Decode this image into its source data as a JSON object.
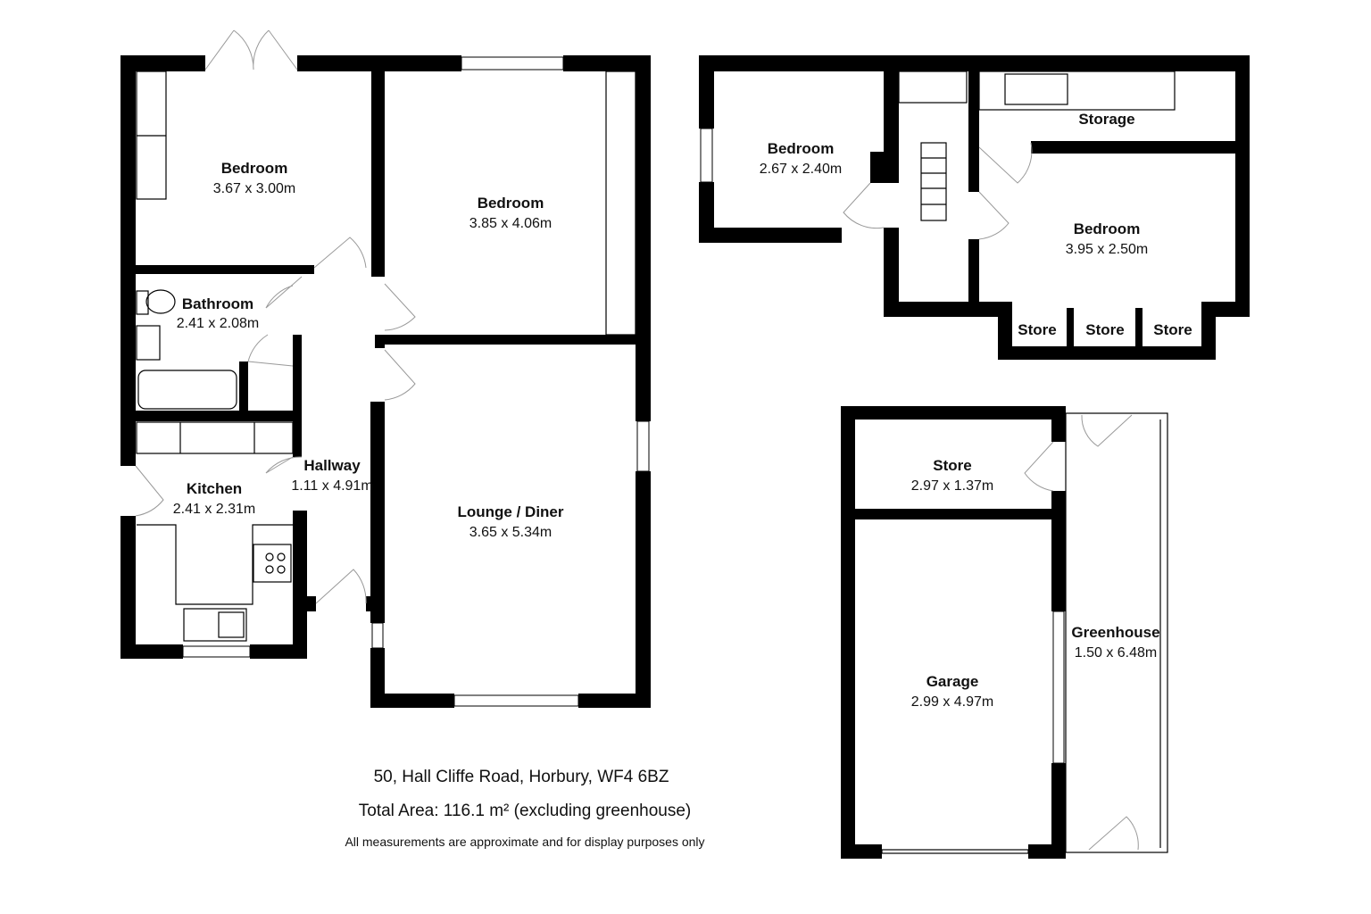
{
  "rooms": [
    {
      "name": "Bedroom",
      "dims": "3.67 x 3.00m"
    },
    {
      "name": "Bedroom",
      "dims": "3.85 x 4.06m"
    },
    {
      "name": "Bathroom",
      "dims": "2.41 x 2.08m"
    },
    {
      "name": "Hallway",
      "dims": "1.11 x 4.91m"
    },
    {
      "name": "Kitchen",
      "dims": "2.41 x 2.31m"
    },
    {
      "name": "Lounge / Diner",
      "dims": "3.65 x 5.34m"
    },
    {
      "name": "Bedroom",
      "dims": "2.67 x 2.40m"
    },
    {
      "name": "Storage"
    },
    {
      "name": "Bedroom",
      "dims": "3.95 x 2.50m"
    },
    {
      "name": "Store"
    },
    {
      "name": "Store"
    },
    {
      "name": "Store"
    },
    {
      "name": "Store",
      "dims": "2.97 x 1.37m"
    },
    {
      "name": "Garage",
      "dims": "2.99 x 4.97m"
    },
    {
      "name": "Greenhouse",
      "dims": "1.50 x 6.48m"
    }
  ],
  "footer": {
    "address": "50, Hall Cliffe Road, Horbury, WF4 6BZ",
    "total_area": "Total Area: 116.1 m² (excluding greenhouse)",
    "disclaimer": "All measurements are approximate and for display purposes only"
  }
}
